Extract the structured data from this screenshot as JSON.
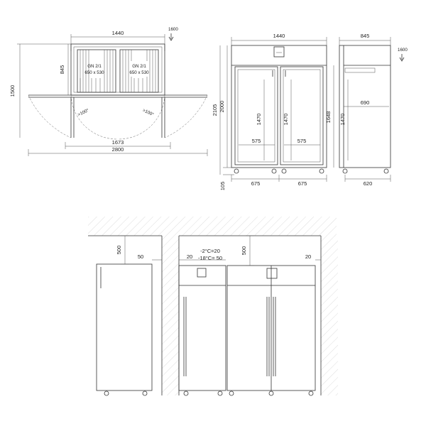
{
  "top_view": {
    "width_label": "1440",
    "airflow_label": "1600",
    "depth_label": "845",
    "total_depth_label": "1500",
    "shelf_left": "GN 2/1",
    "shelf_left_size": "650 x 530",
    "shelf_right": "GN 2/1",
    "shelf_right_size": "650 x 530",
    "angle_left": ">100°",
    "angle_right": ">100°",
    "open_width_label": "1673",
    "swing_width_label": "2800"
  },
  "front_view": {
    "width_label": "1440",
    "total_height_label": "2105",
    "body_height_label": "2000",
    "feet_height_label": "105",
    "inner_height_left": "1470",
    "inner_height_right": "1470",
    "inner_width_left": "575",
    "inner_width_right": "575",
    "outer_width_left": "675",
    "outer_width_right": "675"
  },
  "side_view": {
    "depth_label": "845",
    "airflow_label": "1600",
    "height_label": "1648",
    "inner_depth_label": "690",
    "inner_height_label": "1470",
    "base_depth_label": "620"
  },
  "installation": {
    "top_clearance_left": "500",
    "side_clearance_left": "50",
    "top_clearance_right": "500",
    "side_clearance_right": "20",
    "gap_left": "20",
    "temp_line_1": "-2°C=20",
    "temp_line_2": "-18°C= 50"
  }
}
